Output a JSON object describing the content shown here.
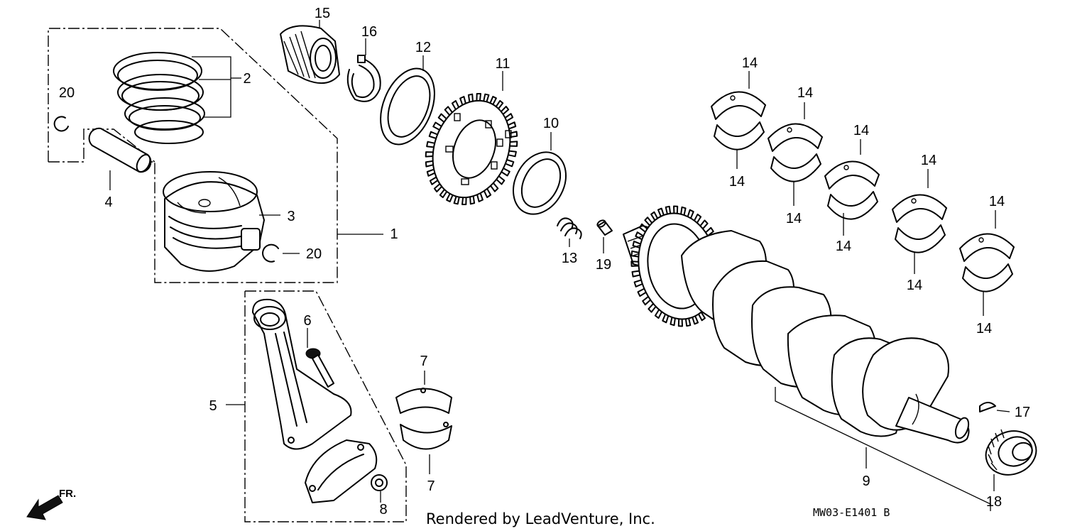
{
  "callouts": {
    "c1": "1",
    "c2": "2",
    "c3": "3",
    "c4": "4",
    "c5": "5",
    "c6": "6",
    "c7a": "7",
    "c7b": "7",
    "c8": "8",
    "c9": "9",
    "c10": "10",
    "c11": "11",
    "c12": "12",
    "c13": "13",
    "c14a": "14",
    "c14b": "14",
    "c14c": "14",
    "c14d": "14",
    "c14e": "14",
    "c14f": "14",
    "c14g": "14",
    "c14h": "14",
    "c14i": "14",
    "c14j": "14",
    "c15": "15",
    "c16": "16",
    "c17": "17",
    "c18": "18",
    "c19": "19",
    "c20a": "20",
    "c20b": "20"
  },
  "credit": "Rendered by LeadVenture, Inc.",
  "diagram_code": "MW03-E1401 B",
  "front_label": "FR."
}
